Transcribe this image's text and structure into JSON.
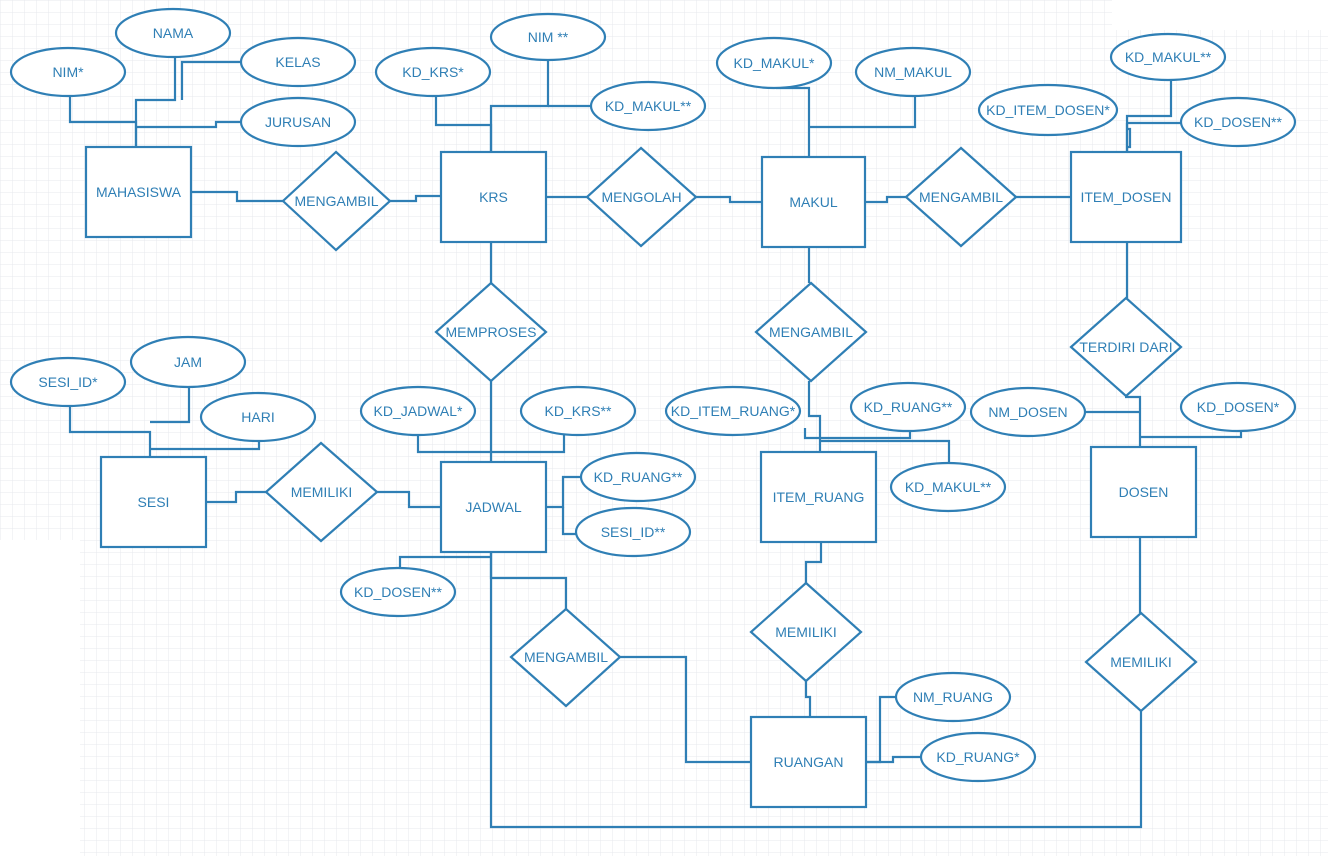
{
  "diagram": {
    "colors": {
      "line": "#2f7fb5",
      "text": "#2f7fb5",
      "grid": "#e7e9ee",
      "background": "#ffffff"
    },
    "entities": {
      "mahasiswa": "MAHASISWA",
      "krs": "KRS",
      "makul": "MAKUL",
      "item_dosen": "ITEM_DOSEN",
      "sesi": "SESI",
      "jadwal": "JADWAL",
      "item_ruang": "ITEM_RUANG",
      "dosen": "DOSEN",
      "ruangan": "RUANGAN"
    },
    "relationships": {
      "mengambil_1": "MENGAMBIL",
      "mengolah": "MENGOLAH",
      "mengambil_2": "MENGAMBIL",
      "memproses": "MEMPROSES",
      "mengambil_3": "MENGAMBIL",
      "terdiri_dari": "TERDIRI DARI",
      "memiliki_1": "MEMILIKI",
      "mengambil_4": "MENGAMBIL",
      "memiliki_2": "MEMILIKI",
      "memiliki_3": "MEMILIKI"
    },
    "attributes": {
      "mhs_nim": "NIM*",
      "mhs_nama": "NAMA",
      "mhs_kelas": "KELAS",
      "mhs_jurusan": "JURUSAN",
      "krs_kd_krs": "KD_KRS*",
      "krs_nim": "NIM **",
      "krs_kd_makul": "KD_MAKUL**",
      "makul_kd_makul": "KD_MAKUL*",
      "makul_nm_makul": "NM_MAKUL",
      "itemdosen_kd_item_dosen": "KD_ITEM_DOSEN*",
      "itemdosen_kd_makul": "KD_MAKUL**",
      "itemdosen_kd_dosen": "KD_DOSEN**",
      "sesi_sesi_id": "SESI_ID*",
      "sesi_jam": "JAM",
      "sesi_hari": "HARI",
      "jadwal_kd_jadwal": "KD_JADWAL*",
      "jadwal_kd_krs": "KD_KRS**",
      "jadwal_kd_ruang": "KD_RUANG**",
      "jadwal_sesi_id": "SESI_ID**",
      "jadwal_kd_dosen": "KD_DOSEN**",
      "itemruang_kd_item_ruang": "KD_ITEM_RUANG*",
      "itemruang_kd_ruang": "KD_RUANG**",
      "itemruang_kd_makul": "KD_MAKUL**",
      "dosen_nm_dosen": "NM_DOSEN",
      "dosen_kd_dosen": "KD_DOSEN*",
      "ruangan_nm_ruang": "NM_RUANG",
      "ruangan_kd_ruang": "KD_RUANG*"
    }
  }
}
